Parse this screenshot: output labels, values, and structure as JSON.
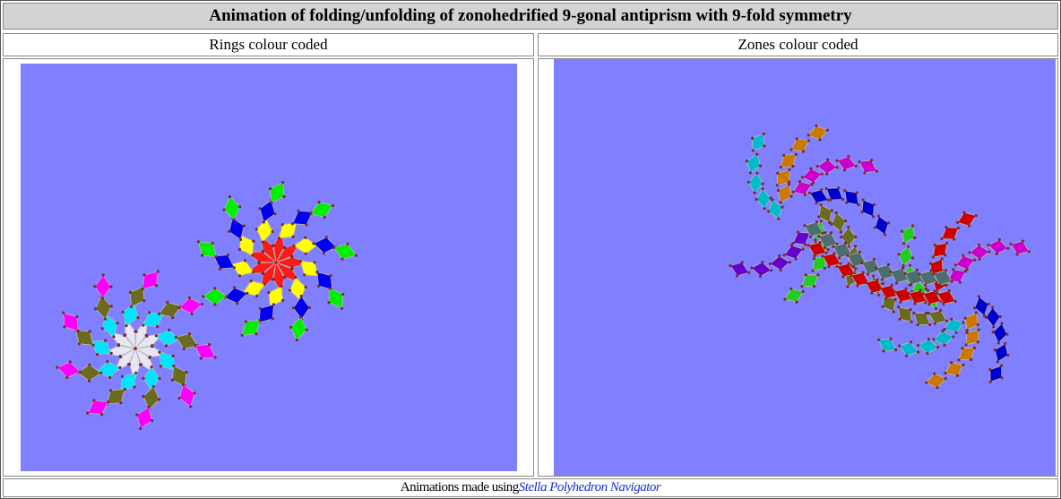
{
  "title": "Animation of folding/unfolding of zonohedrified 9-gonal antiprism with 9-fold symmetry",
  "columns": [
    {
      "label": "Rings colour coded"
    },
    {
      "label": "Zones colour coded"
    }
  ],
  "footer": {
    "prefix": "Animations made using",
    "link_label": "Stella Polyhedron Navigator"
  },
  "colors": {
    "background": "#8080ff",
    "rings": [
      "#ffffff",
      "#ff1a1a",
      "#ffff00",
      "#0000ee",
      "#00ee00",
      "#6b6b1f",
      "#00e5ff",
      "#ff00ff",
      "#e6e6f5"
    ],
    "zones": [
      "#4e6e6e",
      "#cc0000",
      "#cc00cc",
      "#0000cc",
      "#cc7700",
      "#00bbcc",
      "#6b6b1f",
      "#22cc22",
      "#6600cc"
    ]
  }
}
